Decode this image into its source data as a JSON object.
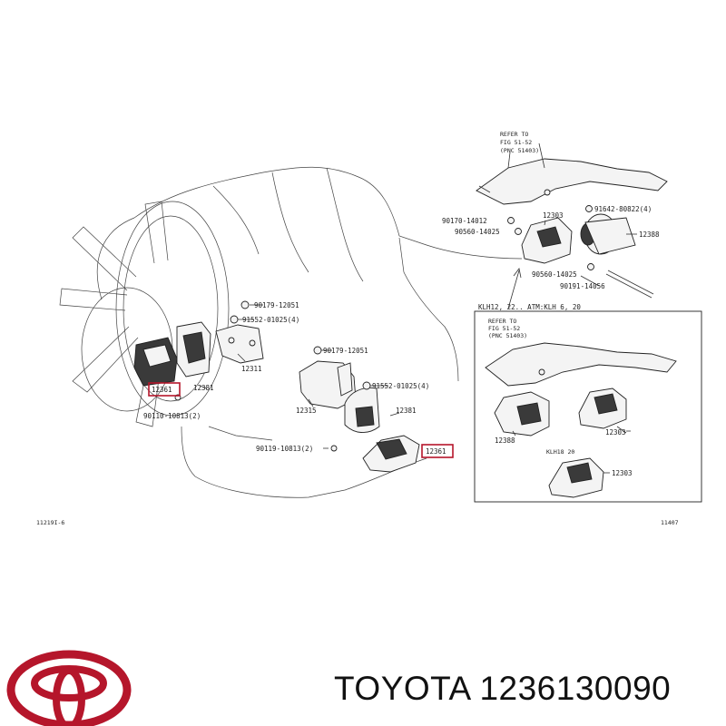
{
  "labels": {
    "refer_top_1": "REFER TO",
    "refer_top_2": "FIG 51-52",
    "refer_top_3": "(PNC 51403)",
    "refer_box_1": "REFER TO",
    "refer_box_2": "FIG 51-52",
    "refer_box_3": "(PNC 51403)",
    "p_90179_a": "90179-12051",
    "p_91552_a": "91552-01025(4)",
    "p_90179_b": "90179-12051",
    "p_91552_b": "91552-01025(4)",
    "p_12361_left": "12361",
    "p_12381_left": "12381",
    "p_12311": "12311",
    "p_90110": "90110-10813(2)",
    "p_12315": "12315",
    "p_12381_mid": "12381",
    "p_90119": "90119-10813(2)",
    "p_12361_mid": "12361",
    "p_90170": "90170-14012",
    "p_90560_a": "90560-14025",
    "p_12303_a": "12303",
    "p_91642": "91642-80822(4)",
    "p_12388_a": "12388",
    "p_90560_b": "90560-14025",
    "p_90191": "90191-14056",
    "note_klh": "KLH12, 22.. ATM:KLH 6, 20",
    "p_12388_b": "12388",
    "p_12303_b": "12303",
    "note_klh18": "KLH18 20",
    "p_12303_c": "12303",
    "ref_left": "11219I-6",
    "ref_right": "11407"
  },
  "brand": {
    "name": "TOYOTA",
    "part_number": "1236130090",
    "caption": "TOYOTA 1236130090",
    "logo_color": "#b5162b"
  },
  "highlight_color": "#b5162b"
}
